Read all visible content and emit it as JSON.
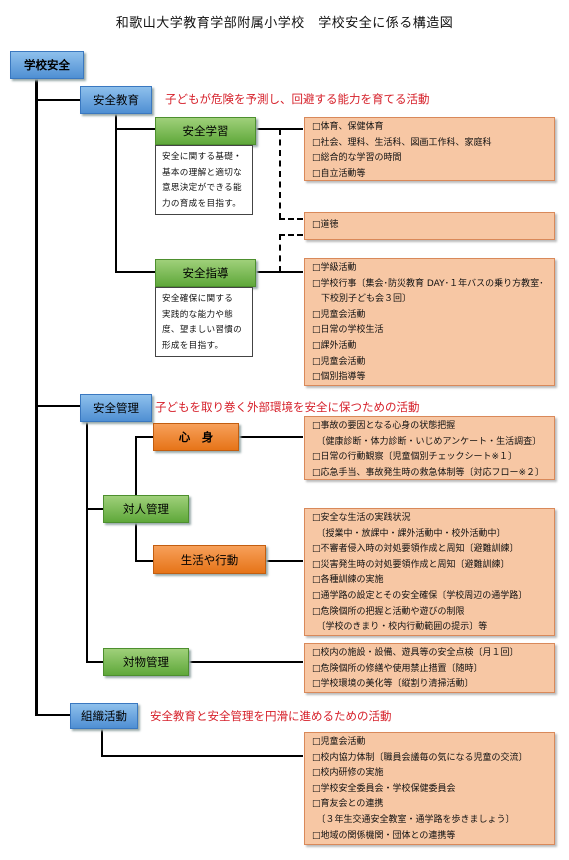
{
  "title": "和歌山大学教育学部附属小学校　学校安全に係る構造図",
  "root": "学校安全",
  "education": {
    "label": "安全教育",
    "tagline": "子どもが危険を予測し、回避する能力を育てる活動",
    "learning": {
      "label": "安全学習",
      "desc": [
        "安全に関する基礎・",
        "基本の理解と適切な",
        "意思決定ができる能",
        "力の育成を目指す。"
      ],
      "items": [
        "□体育、保健体育",
        "□社会、理科、生活科、図画工作科、家庭科",
        "□総合的な学習の時間",
        "□自立活動等"
      ]
    },
    "moral": {
      "items": [
        "□道徳"
      ]
    },
    "guidance": {
      "label": "安全指導",
      "desc": [
        "安全確保に関する",
        "実践的な能力や態",
        "度、望ましい習慣の",
        "形成を目指す。"
      ],
      "items": [
        "□学級活動",
        "□学校行事〔集会･防災教育 DAY･１年バスの乗り方教室･",
        "　下校別子ども会３回〕",
        "□児童会活動",
        "□日常の学校生活",
        "□課外活動",
        "□児童会活動",
        "□個別指導等"
      ]
    }
  },
  "management": {
    "label": "安全管理",
    "tagline": "子どもを取り巻く外部環境を安全に保つための活動",
    "personal": {
      "label": "対人管理",
      "mind_body": {
        "label": "心　身",
        "items": [
          "□事故の要因となる心身の状態把握",
          "　〔健康診断・体力診断・いじめアンケート・生活調査〕",
          "□日常の行動観察〔児童個別チェックシート※１〕",
          "□応急手当、事故発生時の救急体制等〔対応フロー※２〕"
        ]
      },
      "behavior": {
        "label": "生活や行動",
        "items": [
          "□安全な生活の実践状況",
          "　〔授業中・放課中・課外活動中・校外活動中〕",
          "□不審者侵入時の対処要領作成と周知〔避難訓練〕",
          "□災害発生時の対処要領作成と周知〔避難訓練〕",
          "□各種訓練の実施",
          "□通学路の設定とその安全確保〔学校周辺の通学路〕",
          "□危険個所の把握と活動や遊びの制限",
          "　〔学校のきまり・校内行動範囲の提示〕等"
        ]
      }
    },
    "physical": {
      "label": "対物管理",
      "items": [
        "□校内の施設・設備、遊具等の安全点検〔月１回〕",
        "□危険個所の修繕や使用禁止措置〔随時〕",
        "□学校環境の美化等〔縦割り清掃活動〕"
      ]
    }
  },
  "organization": {
    "label": "組織活動",
    "tagline": "安全教育と安全管理を円滑に進めるための活動",
    "items": [
      "□児童会活動",
      "□校内協力体制〔職員会議毎の気になる児童の交流〕",
      "□校内研修の実施",
      "□学校安全委員会・学校保健委員会",
      "□育友会との連携",
      "　〔３年生交通安全教室・通学路を歩きましょう〕",
      "□地域の関係機関・団体との連携等"
    ]
  },
  "colors": {
    "blue": "#4f8fd3",
    "green": "#5fa83a",
    "orange": "#e67418",
    "panel": "#f7c7a4",
    "red": "#d6202a"
  }
}
